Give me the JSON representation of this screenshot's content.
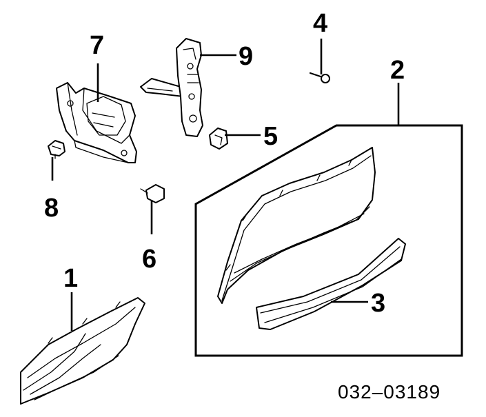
{
  "diagram": {
    "callouts": [
      {
        "id": "1",
        "label": "1"
      },
      {
        "id": "2",
        "label": "2"
      },
      {
        "id": "3",
        "label": "3"
      },
      {
        "id": "4",
        "label": "4"
      },
      {
        "id": "5",
        "label": "5"
      },
      {
        "id": "6",
        "label": "6"
      },
      {
        "id": "7",
        "label": "7"
      },
      {
        "id": "8",
        "label": "8"
      },
      {
        "id": "9",
        "label": "9"
      }
    ],
    "part_code": "032–03189"
  }
}
